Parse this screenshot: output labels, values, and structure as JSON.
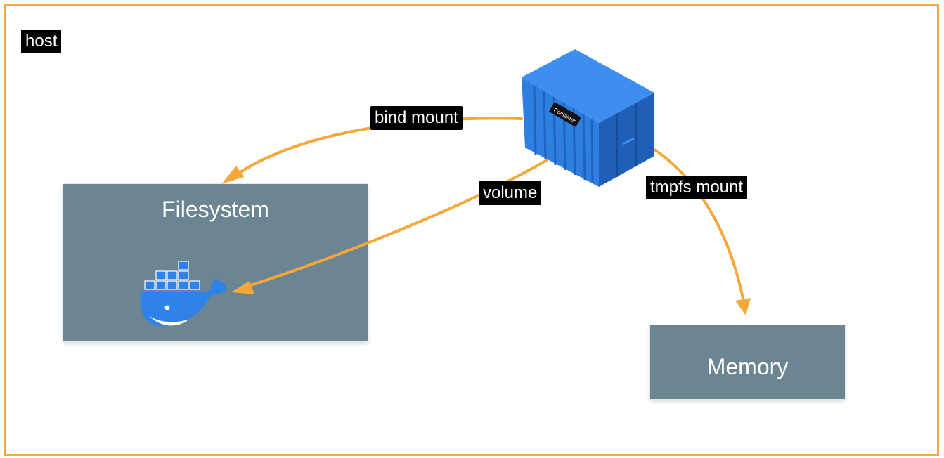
{
  "diagram": {
    "host_label": "host",
    "filesystem_label": "Filesystem",
    "memory_label": "Memory",
    "container_label": "Container",
    "edges": [
      {
        "label": "bind mount",
        "from": "container",
        "to": "filesystem"
      },
      {
        "label": "volume",
        "from": "container",
        "to": "docker-volume"
      },
      {
        "label": "tmpfs mount",
        "from": "container",
        "to": "memory"
      }
    ],
    "icons": [
      "container-icon",
      "docker-whale-icon"
    ],
    "colors": {
      "frame": "#f5a839",
      "arrow": "#f5a839",
      "box": "#6c8592",
      "container": "#2f83e8",
      "whale": "#2f83e8",
      "label_bg": "#000000",
      "label_text": "#ffffff"
    }
  }
}
